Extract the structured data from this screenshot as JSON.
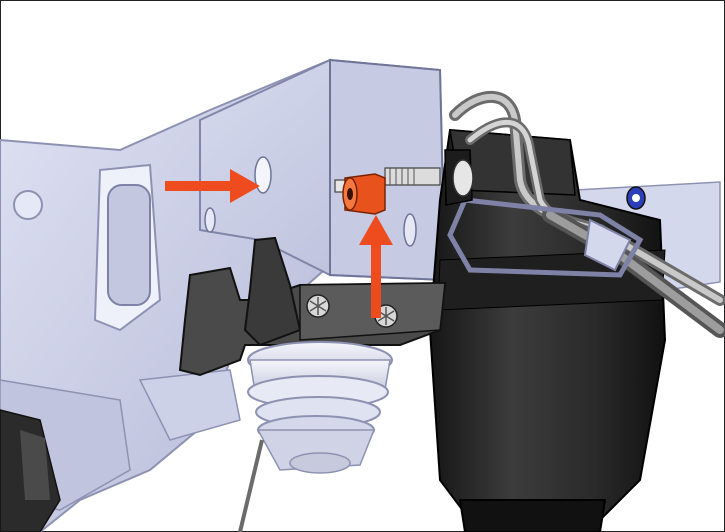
{
  "figure": {
    "description_labels": [],
    "colors": {
      "frame": "#c9cde6",
      "frame_dark": "#8e92b2",
      "bracket_dark": "#4a4a4a",
      "filter_body": "#262626",
      "highlight": "#e8521c",
      "arrow": "#ee4b1f",
      "blue_cap": "#2a3fb8"
    },
    "callouts": [
      {
        "name": "arrow-to-hole",
        "direction": "right"
      },
      {
        "name": "arrow-to-nut",
        "direction": "up"
      }
    ],
    "highlighted_part": "nut-highlighted"
  }
}
